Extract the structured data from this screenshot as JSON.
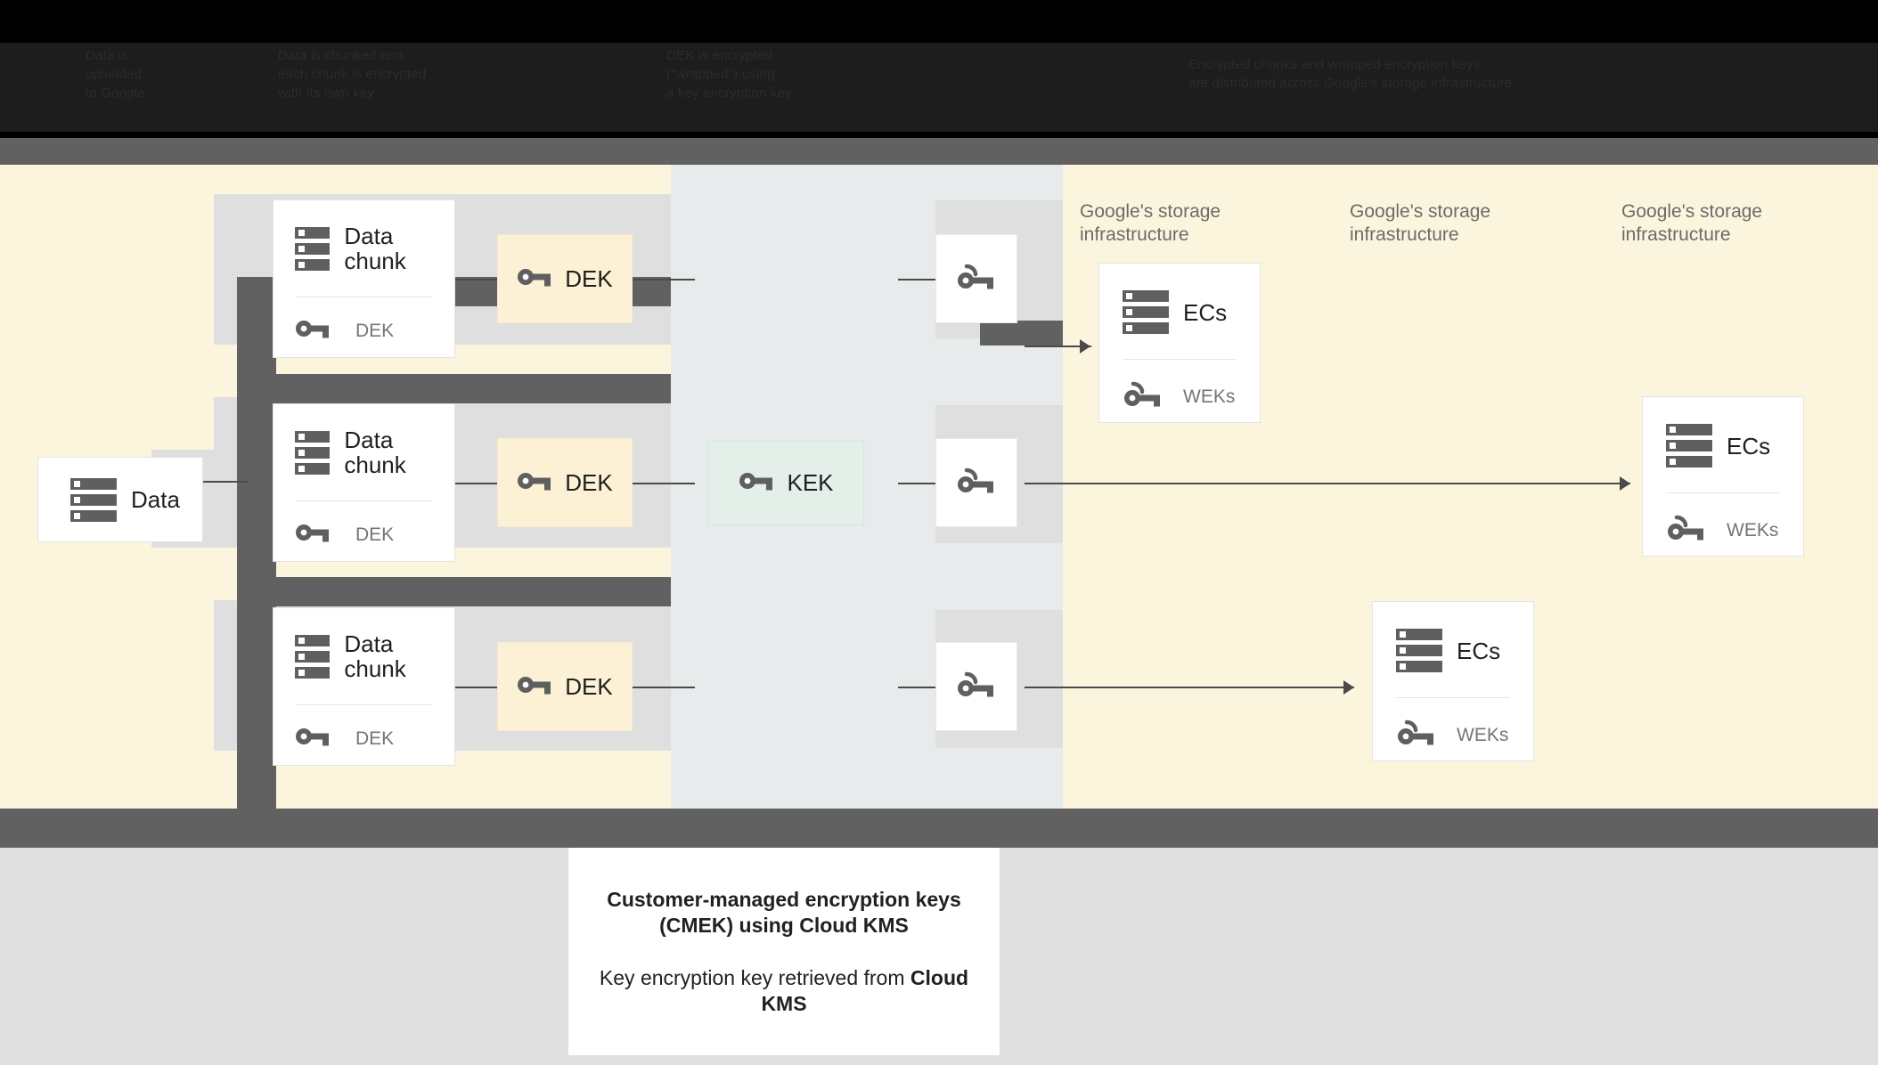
{
  "header": {
    "col1": "Data is\nuploaded\nto Google",
    "col2": "Data is chunked and\neach chunk is encrypted\nwith its own key",
    "col3": "DEK is encrypted\n(\"wrapped\") using\na key encryption key",
    "col4": "Encrypted chunks and wrapped encryption keys\nare distributed across Google's storage infrastructure"
  },
  "diagram": {
    "source": {
      "label": "Data",
      "icon": "storage-icon"
    },
    "chunks": [
      {
        "title": "Data chunk",
        "key_label": "DEK",
        "icon": "storage-icon",
        "key_icon": "key-icon"
      },
      {
        "title": "Data chunk",
        "key_label": "DEK",
        "icon": "storage-icon",
        "key_icon": "key-icon"
      },
      {
        "title": "Data chunk",
        "key_label": "DEK",
        "icon": "storage-icon",
        "key_icon": "key-icon"
      }
    ],
    "deks": [
      {
        "label": "DEK",
        "icon": "key-icon"
      },
      {
        "label": "DEK",
        "icon": "key-icon"
      },
      {
        "label": "DEK",
        "icon": "key-icon"
      }
    ],
    "kek": {
      "label": "KEK",
      "icon": "key-icon"
    },
    "wrapped_keys": [
      {
        "icon": "wrapped-key-icon"
      },
      {
        "icon": "wrapped-key-icon"
      },
      {
        "icon": "wrapped-key-icon"
      }
    ],
    "storage_labels": [
      "Google's storage\ninfrastructure",
      "Google's storage\ninfrastructure",
      "Google's storage\ninfrastructure"
    ],
    "ec_cards": [
      {
        "title": "ECs",
        "key_label": "WEKs",
        "icon": "storage-icon",
        "key_icon": "wrapped-key-icon"
      },
      {
        "title": "ECs",
        "key_label": "WEKs",
        "icon": "storage-icon",
        "key_icon": "wrapped-key-icon"
      },
      {
        "title": "ECs",
        "key_label": "WEKs",
        "icon": "storage-icon",
        "key_icon": "wrapped-key-icon"
      }
    ]
  },
  "caption": {
    "line1": "Customer-managed encryption keys (CMEK) using Cloud KMS",
    "line2_prefix": "Key encryption key retrieved from ",
    "line2_bold": "Cloud KMS"
  },
  "colors": {
    "cream": "#fcf5de",
    "blue_gray": "#e7ebec",
    "light_gray": "#dfdfdf",
    "dark_gray": "#616161",
    "mint": "#e3efe8",
    "dek_yellow": "#fcf1d4",
    "bottom_gray": "#e0e0e0"
  }
}
